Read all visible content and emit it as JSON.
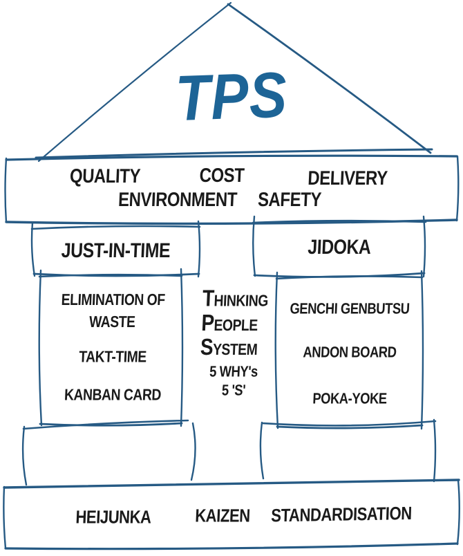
{
  "house": {
    "colors": {
      "outline": "#265a84",
      "title_blue": "#1d6496",
      "text": "#1a1a1a"
    },
    "roof": {
      "title": "TPS"
    },
    "entablature": {
      "line1": [
        "QUALITY",
        "COST",
        "DELIVERY"
      ],
      "line2": [
        "ENVIRONMENT",
        "SAFETY"
      ]
    },
    "left_pillar": {
      "header": "JUST-IN-TIME",
      "items": [
        "ELIMINATION OF WASTE",
        "TAKT-TIME",
        "KANBAN CARD"
      ]
    },
    "center_column": {
      "lines": [
        "THINKING",
        "PEOPLE",
        "SYSTEM"
      ],
      "items": [
        "5 WHY's",
        "5 'S'"
      ]
    },
    "right_pillar": {
      "header": "JIDOKA",
      "items": [
        "GENCHI GENBUTSU",
        "ANDON BOARD",
        "POKA-YOKE"
      ]
    },
    "base": [
      "HEIJUNKA",
      "KAIZEN",
      "STANDARDISATION"
    ]
  }
}
